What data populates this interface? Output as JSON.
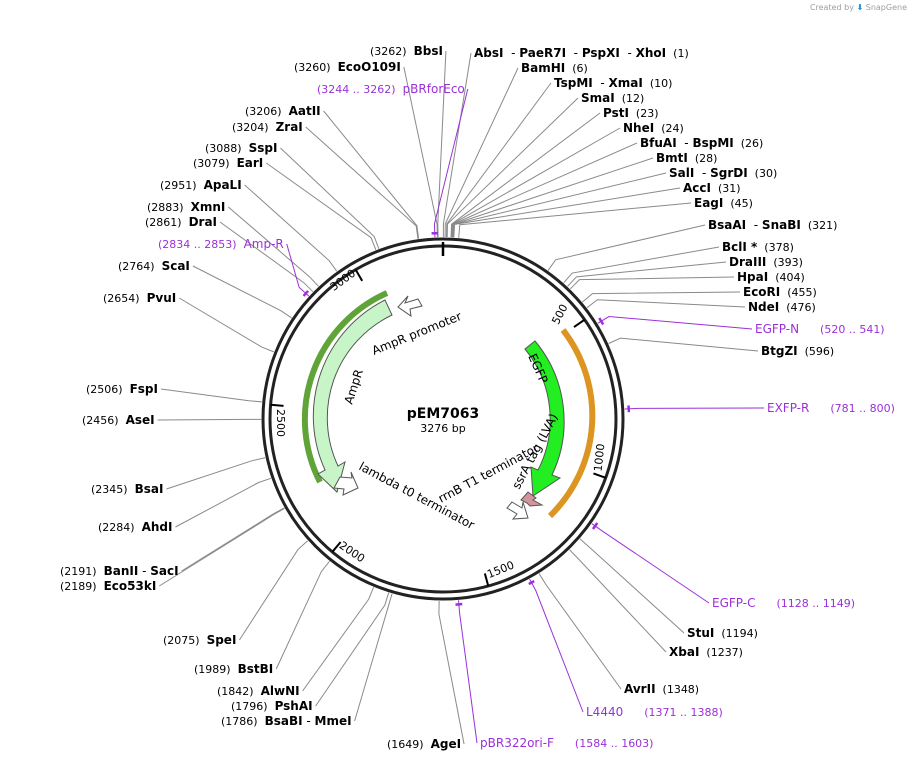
{
  "watermark": {
    "created_by": "Created by",
    "app": "SnapGene"
  },
  "plasmid": {
    "name": "pEM7063",
    "size": "3276 bp",
    "length": 3276
  },
  "colors": {
    "primer": "#9b30d9",
    "enzyme_line": "#888888",
    "egfp": "#22ee22",
    "ampr": "#c8f5c8",
    "orf_ampr": "#5aaa2a",
    "orf_egfp": "#d98a0a",
    "ssra": "#d4949e",
    "terminator": "#ffffff"
  },
  "ticks": [
    "500",
    "1000",
    "1500",
    "2000",
    "2500",
    "3000"
  ],
  "features": [
    {
      "label": "AmpR promoter",
      "icon": "promoter-arrow"
    },
    {
      "label": "AmpR",
      "icon": "cds-arrow"
    },
    {
      "label": "lambda t0 terminator",
      "icon": "terminator-arrow"
    },
    {
      "label": "rrnB T1 terminator",
      "icon": "terminator-arrow"
    },
    {
      "label": "ssrA tag (LVA)",
      "icon": "tag-arrow"
    },
    {
      "label": "EGFP",
      "icon": "cds-arrow"
    }
  ],
  "enzymes": [
    {
      "name": [
        "BbsI"
      ],
      "pos": "(3262)"
    },
    {
      "name": [
        "EcoO109I"
      ],
      "pos": "(3260)"
    },
    {
      "name": [
        "AatII"
      ],
      "pos": "(3206)"
    },
    {
      "name": [
        "ZraI"
      ],
      "pos": "(3204)"
    },
    {
      "name": [
        "SspI"
      ],
      "pos": "(3088)"
    },
    {
      "name": [
        "EarI"
      ],
      "pos": "(3079)"
    },
    {
      "name": [
        "ApaLI"
      ],
      "pos": "(2951)"
    },
    {
      "name": [
        "XmnI"
      ],
      "pos": "(2883)"
    },
    {
      "name": [
        "DraI"
      ],
      "pos": "(2861)"
    },
    {
      "name": [
        "ScaI"
      ],
      "pos": "(2764)"
    },
    {
      "name": [
        "PvuI"
      ],
      "pos": "(2654)"
    },
    {
      "name": [
        "FspI"
      ],
      "pos": "(2506)"
    },
    {
      "name": [
        "AseI"
      ],
      "pos": "(2456)"
    },
    {
      "name": [
        "BsaI"
      ],
      "pos": "(2345)"
    },
    {
      "name": [
        "AhdI"
      ],
      "pos": "(2284)"
    },
    {
      "name": [
        "BanII",
        "SacI"
      ],
      "pos": "(2191)"
    },
    {
      "name": [
        "Eco53kI"
      ],
      "pos": "(2189)"
    },
    {
      "name": [
        "SpeI"
      ],
      "pos": "(2075)"
    },
    {
      "name": [
        "BstBI"
      ],
      "pos": "(1989)"
    },
    {
      "name": [
        "AlwNI"
      ],
      "pos": "(1842)"
    },
    {
      "name": [
        "PshAI"
      ],
      "pos": "(1796)"
    },
    {
      "name": [
        "BsaBI",
        "MmeI"
      ],
      "pos": "(1786)"
    },
    {
      "name": [
        "AgeI"
      ],
      "pos": "(1649)"
    },
    {
      "name": [
        "AbsI",
        "PaeR7I",
        "PspXI",
        "XhoI"
      ],
      "pos": "(1)"
    },
    {
      "name": [
        "BamHI"
      ],
      "pos": "(6)"
    },
    {
      "name": [
        "TspMI",
        "XmaI"
      ],
      "pos": "(10)"
    },
    {
      "name": [
        "SmaI"
      ],
      "pos": "(12)"
    },
    {
      "name": [
        "PstI"
      ],
      "pos": "(23)"
    },
    {
      "name": [
        "NheI"
      ],
      "pos": "(24)"
    },
    {
      "name": [
        "BfuAI",
        "BspMI"
      ],
      "pos": "(26)"
    },
    {
      "name": [
        "BmtI"
      ],
      "pos": "(28)"
    },
    {
      "name": [
        "SalI",
        "SgrDI"
      ],
      "pos": "(30)"
    },
    {
      "name": [
        "AccI"
      ],
      "pos": "(31)"
    },
    {
      "name": [
        "EagI"
      ],
      "pos": "(45)"
    },
    {
      "name": [
        "BsaAI",
        "SnaBI"
      ],
      "pos": "(321)"
    },
    {
      "name": [
        "BclI *"
      ],
      "pos": "(378)"
    },
    {
      "name": [
        "DraIII"
      ],
      "pos": "(393)"
    },
    {
      "name": [
        "HpaI"
      ],
      "pos": "(404)"
    },
    {
      "name": [
        "EcoRI"
      ],
      "pos": "(455)"
    },
    {
      "name": [
        "NdeI"
      ],
      "pos": "(476)"
    },
    {
      "name": [
        "BtgZI"
      ],
      "pos": "(596)"
    },
    {
      "name": [
        "StuI"
      ],
      "pos": "(1194)"
    },
    {
      "name": [
        "XbaI"
      ],
      "pos": "(1237)"
    },
    {
      "name": [
        "AvrII"
      ],
      "pos": "(1348)"
    }
  ],
  "primers": [
    {
      "name": "pBRforEco",
      "pos": "(3244 .. 3262)"
    },
    {
      "name": "Amp-R",
      "pos": "(2834 .. 2853)"
    },
    {
      "name": "EGFP-N",
      "pos": "(520 .. 541)"
    },
    {
      "name": "EXFP-R",
      "pos": "(781 .. 800)"
    },
    {
      "name": "EGFP-C",
      "pos": "(1128 .. 1149)"
    },
    {
      "name": "L4440",
      "pos": "(1371 .. 1388)"
    },
    {
      "name": "pBR322ori-F",
      "pos": "(1584 .. 1603)"
    }
  ]
}
